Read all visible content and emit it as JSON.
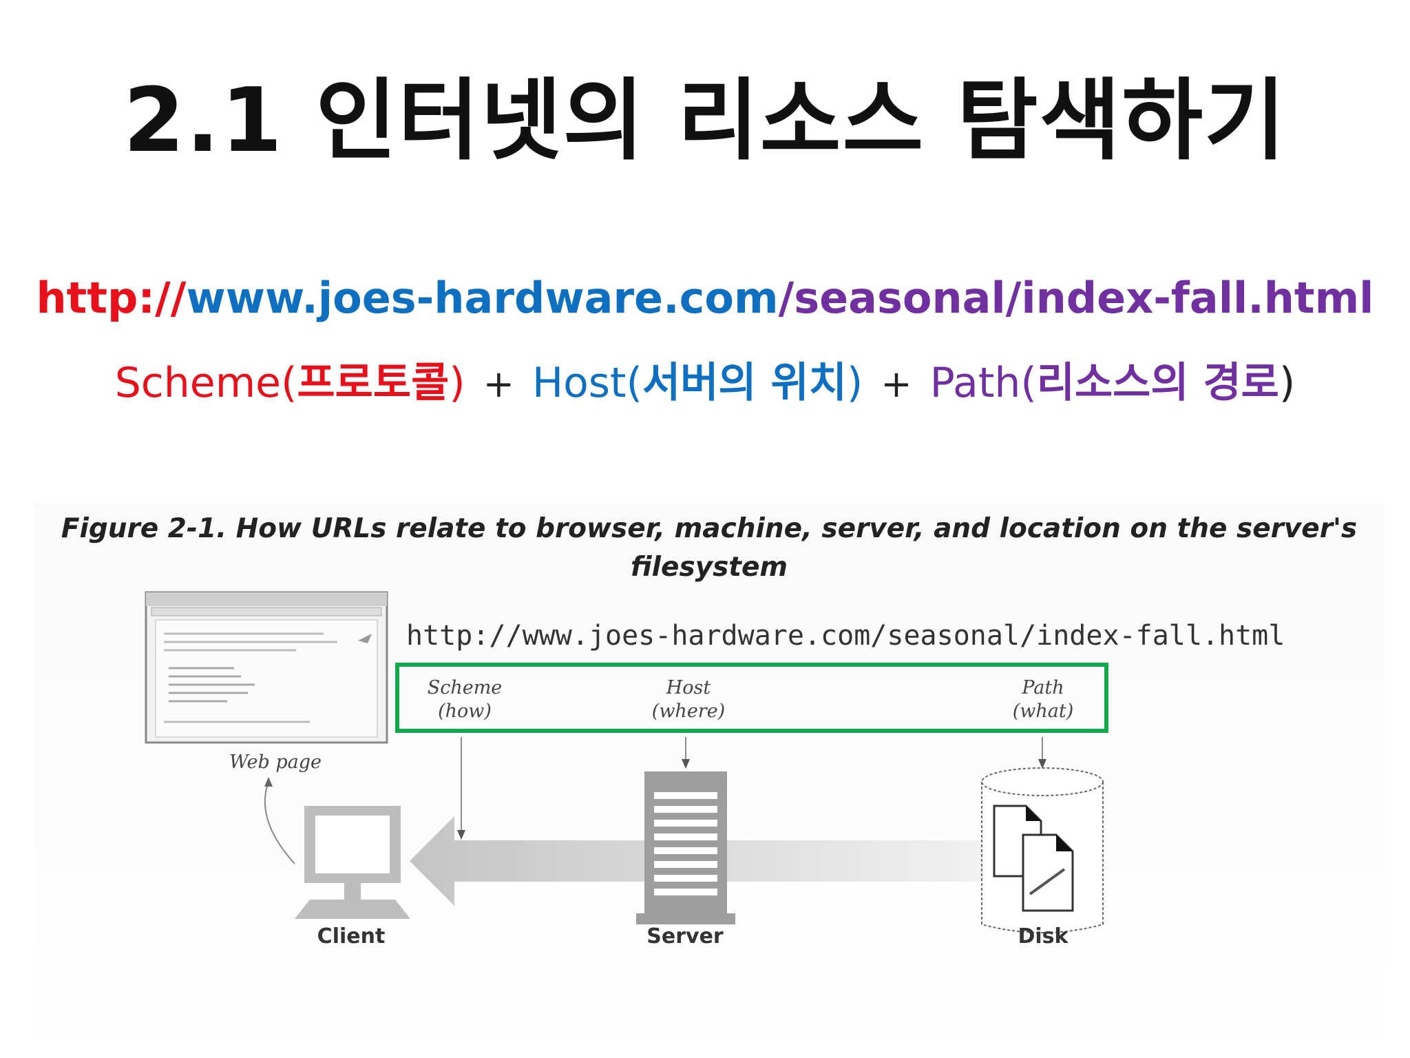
{
  "slide": {
    "title": "2.1 인터넷의 리소스 탐색하기",
    "url": {
      "scheme": "http://",
      "host": "www.joes-hardware.com",
      "path": "/seasonal/index-fall.html"
    },
    "parts": {
      "scheme_en": "Scheme(",
      "scheme_ko": "프로토콜",
      "close1": ")",
      "plus1": "+",
      "host_en": "Host(",
      "host_ko": "서버의 위치",
      "close2": ")",
      "plus2": "+",
      "path_en": "Path(",
      "path_ko": "리소스의 경로",
      "close3": ")"
    }
  },
  "figure": {
    "caption_line1": "Figure 2-1. How URLs relate to browser, machine, server, and location on the server's",
    "caption_line2": "filesystem",
    "url": "http://www.joes-hardware.com/seasonal/index-fall.html",
    "scheme_label": "Scheme",
    "scheme_sub": "(how)",
    "host_label": "Host",
    "host_sub": "(where)",
    "path_label": "Path",
    "path_sub": "(what)",
    "web_page_label": "Web page",
    "client_label": "Client",
    "server_label": "Server",
    "disk_label": "Disk"
  },
  "colors": {
    "scheme": "#e8101b",
    "host": "#0f6fc0",
    "path": "#7030a0",
    "highlight_box": "#12a84c"
  }
}
